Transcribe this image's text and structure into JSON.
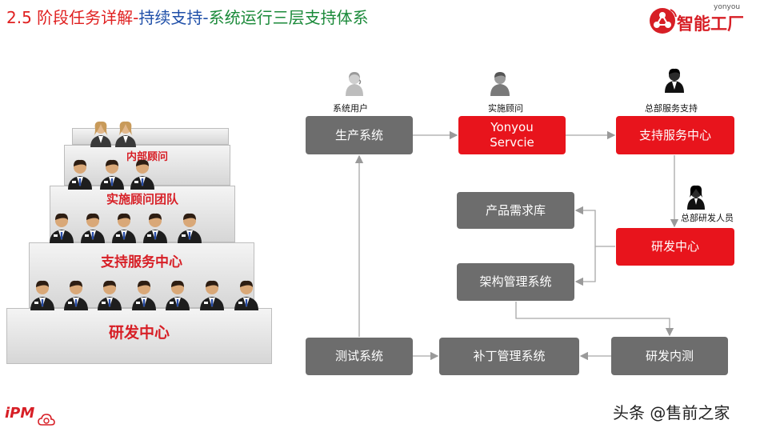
{
  "title": {
    "part1": "2.5 阶段任务详解-",
    "part2": "持续支持-",
    "part3": "系统运行三层支持体系"
  },
  "logo": {
    "brand": "yonyou",
    "text": "智能工厂"
  },
  "colors": {
    "accent_red": "#e8141c",
    "node_gray": "#6d6d6d",
    "title_red": "#e02020",
    "title_blue": "#1f4fa8",
    "title_green": "#1b8a3a"
  },
  "stairs": {
    "steps": [
      "内部顾问",
      "实施顾问团队",
      "支持服务中心",
      "研发中心"
    ]
  },
  "roles": {
    "system_user": "系统用户",
    "implementation_consultant": "实施顾问",
    "hq_support": "总部服务支持",
    "hq_rd_staff": "总部研发人员"
  },
  "nodes": {
    "production_system": "生产系统",
    "yonyou_service": "Yonyou Servcie",
    "support_center": "支持服务中心",
    "product_demand_lib": "产品需求库",
    "rd_center": "研发中心",
    "architecture_mgmt": "架构管理系统",
    "test_system": "测试系统",
    "patch_mgmt": "补丁管理系统",
    "rd_internal_test": "研发内测"
  },
  "footer": {
    "ipm": "iPM",
    "watermark": "头条 @售前之家"
  }
}
